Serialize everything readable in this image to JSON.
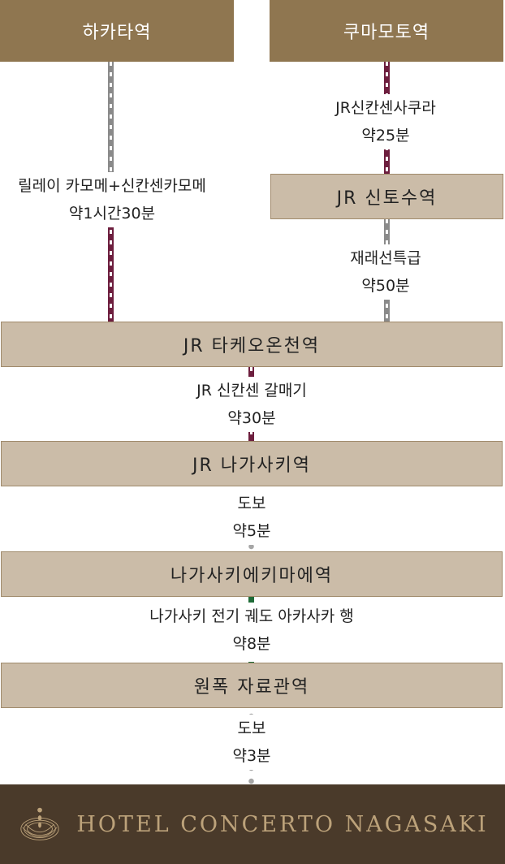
{
  "top": {
    "left_station": "하카타역",
    "right_station": "쿠마모토역"
  },
  "routes": {
    "hakata_route": {
      "line": "릴레이 카모메+신칸센카모메",
      "time": "약1시간30분"
    },
    "kumamoto_route": {
      "line": "JR신칸센사쿠라",
      "time": "약25분"
    },
    "shintosu_route": {
      "line": "재래선특급",
      "time": "약50분"
    },
    "takeo_route": {
      "line": "JR 신칸센 갈매기",
      "time": "약30분"
    },
    "walk1": {
      "line": "도보",
      "time": "약5분"
    },
    "tram": {
      "line": "나가사키 전기 궤도 아카사카 행",
      "time": "약8분"
    },
    "walk2": {
      "line": "도보",
      "time": "약3분"
    }
  },
  "stations": {
    "shintosu": "JR 신토수역",
    "takeo_onsen": "JR 타케오온천역",
    "nagasaki": "JR 나가사키역",
    "nagasaki_ekimae": "나가사키에키마에역",
    "museum": "원폭 자료관역"
  },
  "footer": {
    "hotel_name": "HOTEL CONCERTO NAGASAKI"
  },
  "colors": {
    "header_brown": "#8f7650",
    "station_beige": "#cbbca8",
    "footer_dark": "#4a3a2a",
    "line_maroon": "#6d1e3e",
    "line_gray": "#8a8a8a",
    "line_green": "#1f6b37",
    "footer_gold": "#bca27a"
  }
}
